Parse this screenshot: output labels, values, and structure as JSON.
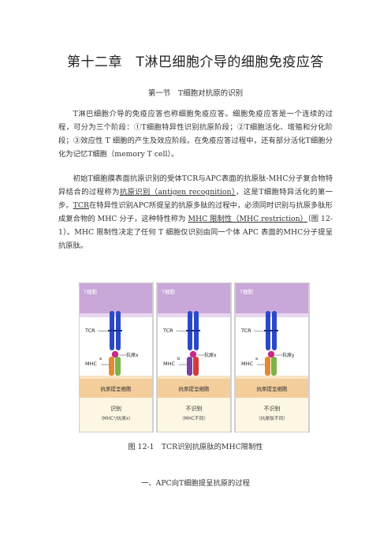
{
  "chapter_title": "第十二章　T淋巴细胞介导的细胞免疫应答",
  "section_title": "第一节　T细胞对抗原的识别",
  "paragraph1": "T淋巴细胞介导的免疫应答也称细胞免疫应答。细胞免疫应答是一个连续的过程，可分为三个阶段：①T细胞特异性识别抗原阶段；②T细胞活化、增殖和分化阶段；③效应性 T 细胞的产生及效应阶段。在免疫应答过程中，还有部分活化T细胞分化为记忆T细胞（memory T cell）。",
  "paragraph2": {
    "part1": "初始T细胞膜表面抗原识别的受体TCR与APC表面的抗原肽-MHC分子复合物特异结合的过程称为",
    "term1": "抗原识别（antigen recognition）",
    "part2": "，这是T细胞特异活化的第一步。",
    "term2": "TCR",
    "part3": "在特异性识别APC所提呈的抗原多肽的过程中，必须同时识别与抗原多肽形成复合物的 MHC 分子，这种特性称为 ",
    "term3": "MHC 限制性（MHC restriction）",
    "part4": "（图 12-1）。MHC 限制性决定了任何 T 细胞仅识别由同一个体 APC 表面的MHC分子提呈抗原肽。"
  },
  "figure": {
    "panels": [
      {
        "top": "T细胞",
        "tcr": "TCR",
        "mhc": "MHC",
        "mhc_sup": "a",
        "antigen": "抗原x",
        "bottom": "抗原提呈细胞",
        "result": "识别",
        "result_note": "（MHCᵃ/抗原x）"
      },
      {
        "top": "T细胞",
        "tcr": "TCR",
        "mhc": "MHC",
        "mhc_sup": "b",
        "antigen": "抗原x",
        "bottom": "抗原提呈细胞",
        "result": "不识别",
        "result_note": "（MHC不同）"
      },
      {
        "top": "T细胞",
        "tcr": "TCR",
        "mhc": "MHC",
        "mhc_sup": "a",
        "antigen": "抗原y",
        "bottom": "抗原提呈细胞",
        "result": "不识别",
        "result_note": "（抗原肽不同）"
      }
    ],
    "colors": {
      "tcell": "#c9a7d9",
      "apc": "#f3cd9b",
      "tcr": "#2a49c9",
      "mhc_a_left": "#e38a2e",
      "mhc_a_right": "#7cb342",
      "mhc_b_left": "#7b3fa5",
      "mhc_b_right": "#d43a3a",
      "antigen": "#c8288a",
      "result_bg": "#fdf6e3"
    }
  },
  "caption": "图 12-1　TCR识别抗原肽的MHC限制性",
  "subheading": "一、APC向T细胞提呈抗原的过程"
}
